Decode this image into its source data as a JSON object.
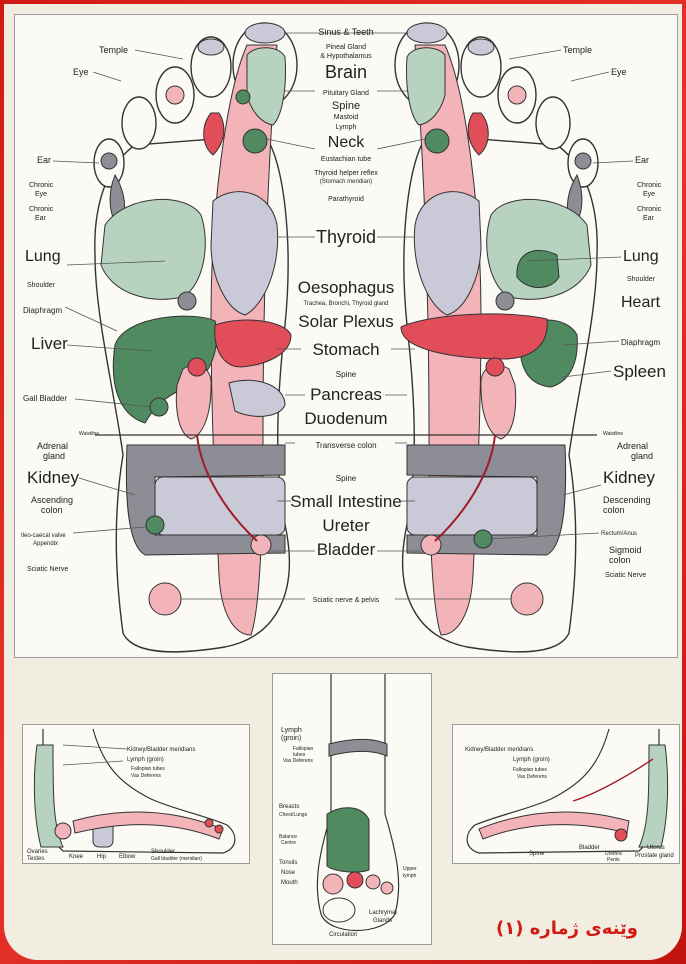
{
  "caption": "وێنەی ژمارە (١)",
  "center_labels": [
    "Sinus & Teeth",
    "Pineal Gland",
    "& Hypothalamus",
    "Brain",
    "Pituitary Gland",
    "Spine",
    "Mastoid",
    "Lymph",
    "Neck",
    "Eustachian tube",
    "Thyroid helper reflex",
    "(Stomach meridian)",
    "Parathyroid",
    "Thyroid",
    "Oesophagus",
    "Trachea, Bronchi, Thyroid gland",
    "Solar Plexus",
    "Stomach",
    "Spine",
    "Pancreas",
    "Duodenum",
    "Transverse colon",
    "Spine",
    "Small Intestine",
    "Ureter",
    "Bladder",
    "Sciatic nerve & pelvis"
  ],
  "left_labels": [
    "Temple",
    "Eye",
    "Ear",
    "Chronic",
    "Eye",
    "Chronic",
    "Ear",
    "Lung",
    "Shoulder",
    "Diaphragm",
    "Liver",
    "Gall Bladder",
    "Waistline",
    "Adrenal",
    "gland",
    "Kidney",
    "Ascending",
    "colon",
    "Ileo-caecal valve",
    "Appendix",
    "Sciatic Nerve"
  ],
  "right_labels": [
    "Temple",
    "Eye",
    "Ear",
    "Chronic",
    "Eye",
    "Chronic",
    "Ear",
    "Lung",
    "Shoulder",
    "Heart",
    "Diaphragm",
    "Spleen",
    "Waistline",
    "Adrenal",
    "gland",
    "Kidney",
    "Descending",
    "colon",
    "Rectum/Anus",
    "Sigmoid",
    "colon",
    "Sciatic Nerve"
  ],
  "side_left_labels": [
    "Kidney/Bladder meridians",
    "Lymph (groin)",
    "Fallopian tubes",
    "Vas Deferens",
    "Ovaries",
    "Testes",
    "Knee",
    "Hip",
    "Elbow",
    "Shoulder",
    "Gall bladder (meridian)"
  ],
  "top_foot_labels": [
    "Lymph",
    "(groin)",
    "Fallopian",
    "tubes",
    "Vas Deferens",
    "Breasts",
    "Chest/Lungs",
    "Balance",
    "Centre",
    "Tonsils",
    "Nose",
    "Mouth",
    "Upper",
    "lymph",
    "Lachrymal",
    "Glands",
    "Circulation"
  ],
  "side_right_labels": [
    "Kidney/Bladder meridians",
    "Lymph (groin)",
    "Fallopian tubes",
    "Vas Deferens",
    "Uterus",
    "Prostate gland",
    "Bladder",
    "Urethra",
    "Penis",
    "Spine"
  ],
  "colors": {
    "green": "#b7d3c0",
    "dark_green": "#4f8a61",
    "pink": "#f2b4b8",
    "red": "#e24d5a",
    "lavender": "#c9c9d8",
    "grey": "#8d8d96",
    "outline": "#333333"
  }
}
